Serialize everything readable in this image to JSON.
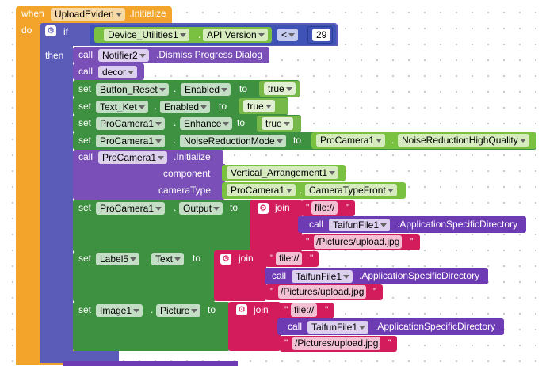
{
  "event": {
    "when": "when",
    "component": "UploadEviden",
    "event_name": ".Initialize",
    "do": "do"
  },
  "if_block": {
    "if": "if",
    "then": "then",
    "compare": {
      "component": "Device_Utilities1",
      "property": "API Version",
      "operator": "<",
      "value": "29"
    }
  },
  "statements": {
    "s1": {
      "call": "call",
      "component": "Notifier2",
      "method": ".Dismiss Progress Dialog"
    },
    "s2": {
      "call": "call",
      "procedure": "decor"
    },
    "s3": {
      "set": "set",
      "component": "Button_Reset",
      "property": "Enabled",
      "to": "to",
      "value": "true"
    },
    "s4": {
      "set": "set",
      "component": "Text_Ket",
      "property": "Enabled",
      "to": "to",
      "value": "true"
    },
    "s5": {
      "set": "set",
      "component": "ProCamera1",
      "property": "Enhance",
      "to": "to",
      "value": "true"
    },
    "s6": {
      "set": "set",
      "component": "ProCamera1",
      "property": "NoiseReductionMode",
      "to": "to",
      "val_component": "ProCamera1",
      "val_property": "NoiseReductionHighQuality"
    },
    "s7": {
      "call": "call",
      "component": "ProCamera1",
      "method": ".Initialize",
      "arg1_label": "component",
      "arg1_value": "Vertical_Arrangement1",
      "arg2_label": "cameraType",
      "arg2_component": "ProCamera1",
      "arg2_property": "CameraTypeFront"
    },
    "s8": {
      "set": "set",
      "component": "ProCamera1",
      "property": "Output",
      "to": "to",
      "join": "join",
      "str1": "file://",
      "call": "call",
      "call_component": "TaifunFile1",
      "call_method": ".ApplicationSpecificDirectory",
      "str2": "/Pictures/upload.jpg"
    },
    "s9": {
      "set": "set",
      "component": "Label5",
      "property": "Text",
      "to": "to",
      "join": "join",
      "str1": "file://",
      "call": "call",
      "call_component": "TaifunFile1",
      "call_method": ".ApplicationSpecificDirectory",
      "str2": "/Pictures/upload.jpg"
    },
    "s10": {
      "set": "set",
      "component": "Image1",
      "property": "Picture",
      "to": "to",
      "join": "join",
      "str1": "file://",
      "call": "call",
      "call_component": "TaifunFile1",
      "call_method": ".ApplicationSpecificDirectory",
      "str2": "/Pictures/upload.jpg"
    }
  },
  "colors": {
    "event": "#f2a42b",
    "control": "#5b5bb8",
    "component_call": "#7a4fb8",
    "setter": "#3f9142",
    "text": "#d31c5b",
    "math": "#3f52b5",
    "logic": "#77b948"
  }
}
